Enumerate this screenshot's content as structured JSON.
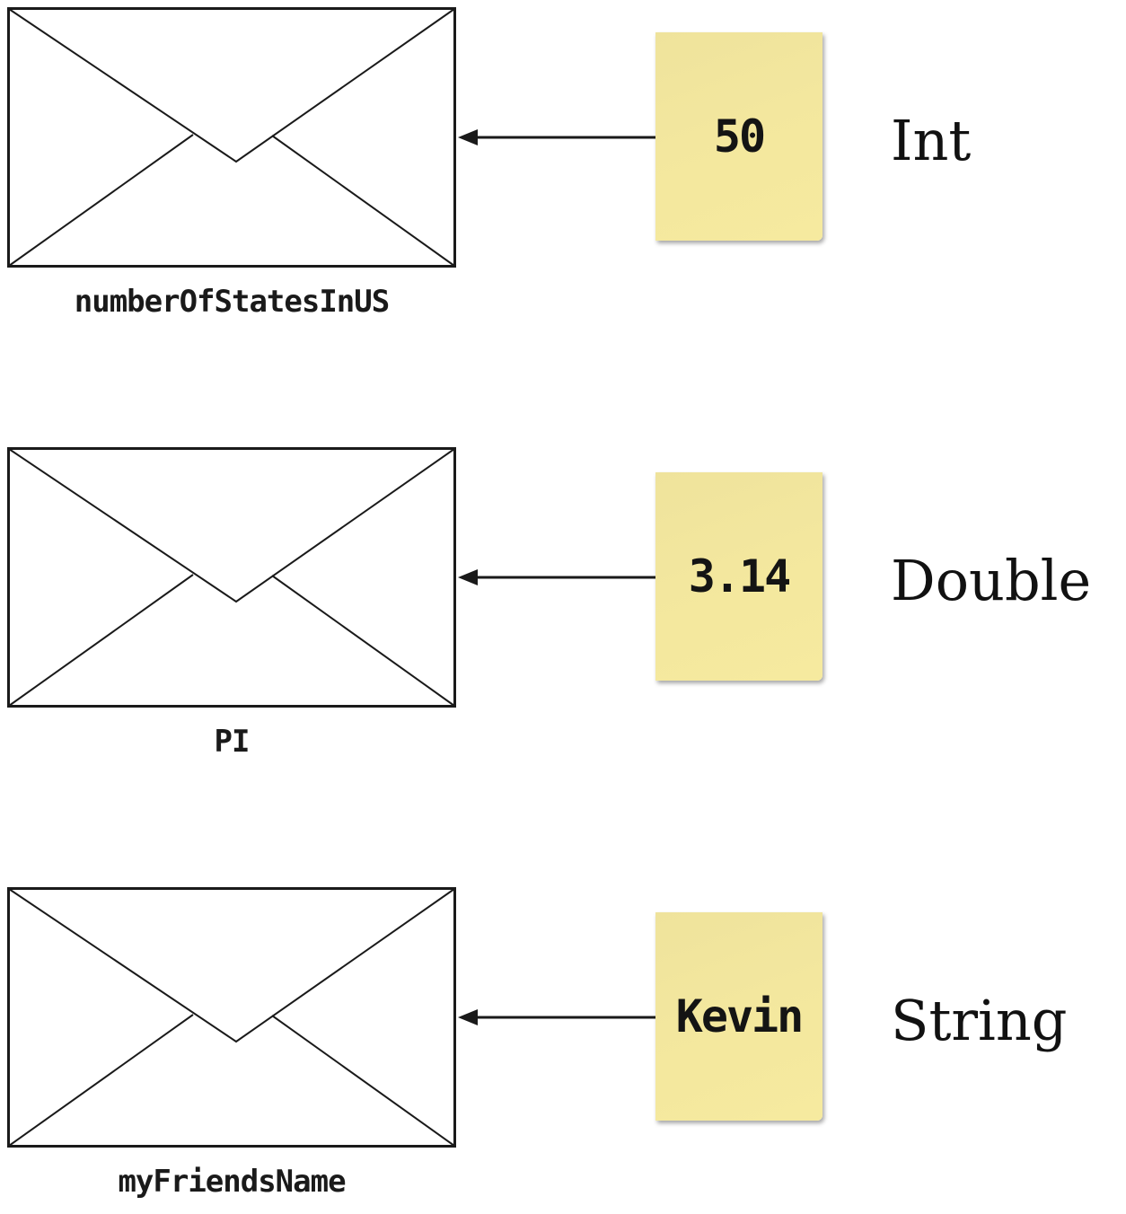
{
  "diagram": {
    "rows": [
      {
        "variable_name": "numberOfStatesInUS",
        "value": "50",
        "type": "Int"
      },
      {
        "variable_name": "PI",
        "value": "3.14",
        "type": "Double"
      },
      {
        "variable_name": "myFriendsName",
        "value": "Kevin",
        "type": "String"
      }
    ]
  },
  "colors": {
    "sticky_note": "#f3e79e",
    "line": "#1a1a1a"
  },
  "icons": {
    "container": "envelope-icon",
    "pointer": "arrow-left-icon"
  }
}
